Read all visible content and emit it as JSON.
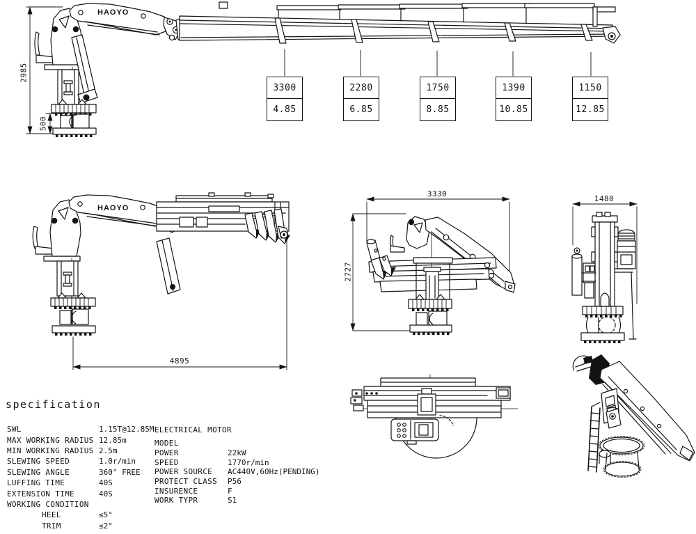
{
  "brand": "HAOYO",
  "style": {
    "ink_color": "#141414",
    "background": "#ffffff"
  },
  "load_chart": {
    "type": "table",
    "description_units": [
      "load_kg",
      "radius_m"
    ],
    "entries": [
      {
        "load": "3300",
        "radius": "4.85"
      },
      {
        "load": "2280",
        "radius": "6.85"
      },
      {
        "load": "1750",
        "radius": "8.85"
      },
      {
        "load": "1390",
        "radius": "10.85"
      },
      {
        "load": "1150",
        "radius": "12.85"
      }
    ]
  },
  "dimensions": {
    "overall_height": "2985",
    "pedestal_height": "500",
    "stowed_length": "4895",
    "stowed_top_length": "3330",
    "stowed_height": "2727",
    "stowed_width": "1480"
  },
  "specification": {
    "title": "specification",
    "left": [
      {
        "label": "SWL",
        "value": "1.15T@12.85M"
      },
      {
        "label": "MAX WORKING RADIUS",
        "value": "12.85m"
      },
      {
        "label": "MIN WORKING RADIUS",
        "value": "2.5m"
      },
      {
        "label": "SLEWING SPEED",
        "value": "1.0r/min"
      },
      {
        "label": "SLEWING ANGLE",
        "value": "360° FREE"
      },
      {
        "label": "LUFFING TIME",
        "value": "40S"
      },
      {
        "label": "EXTENSION TIME",
        "value": "40S"
      },
      {
        "label": "WORKING CONDITION",
        "value": ""
      },
      {
        "label": "HEEL",
        "value": "≤5°"
      },
      {
        "label": "TRIM",
        "value": "≤2°"
      }
    ],
    "right_heading": "ELECTRICAL MOTOR",
    "right": [
      {
        "label": "MODEL",
        "value": ""
      },
      {
        "label": "POWER",
        "value": "22kW"
      },
      {
        "label": "SPEED",
        "value": "1770r/min"
      },
      {
        "label": "POWER SOURCE",
        "value": "AC440V,60Hz(PENDING)"
      },
      {
        "label": "PROTECT CLASS",
        "value": "P56"
      },
      {
        "label": "INSURENCE",
        "value": "F"
      },
      {
        "label": "WORK TYPR",
        "value": "S1"
      }
    ]
  }
}
